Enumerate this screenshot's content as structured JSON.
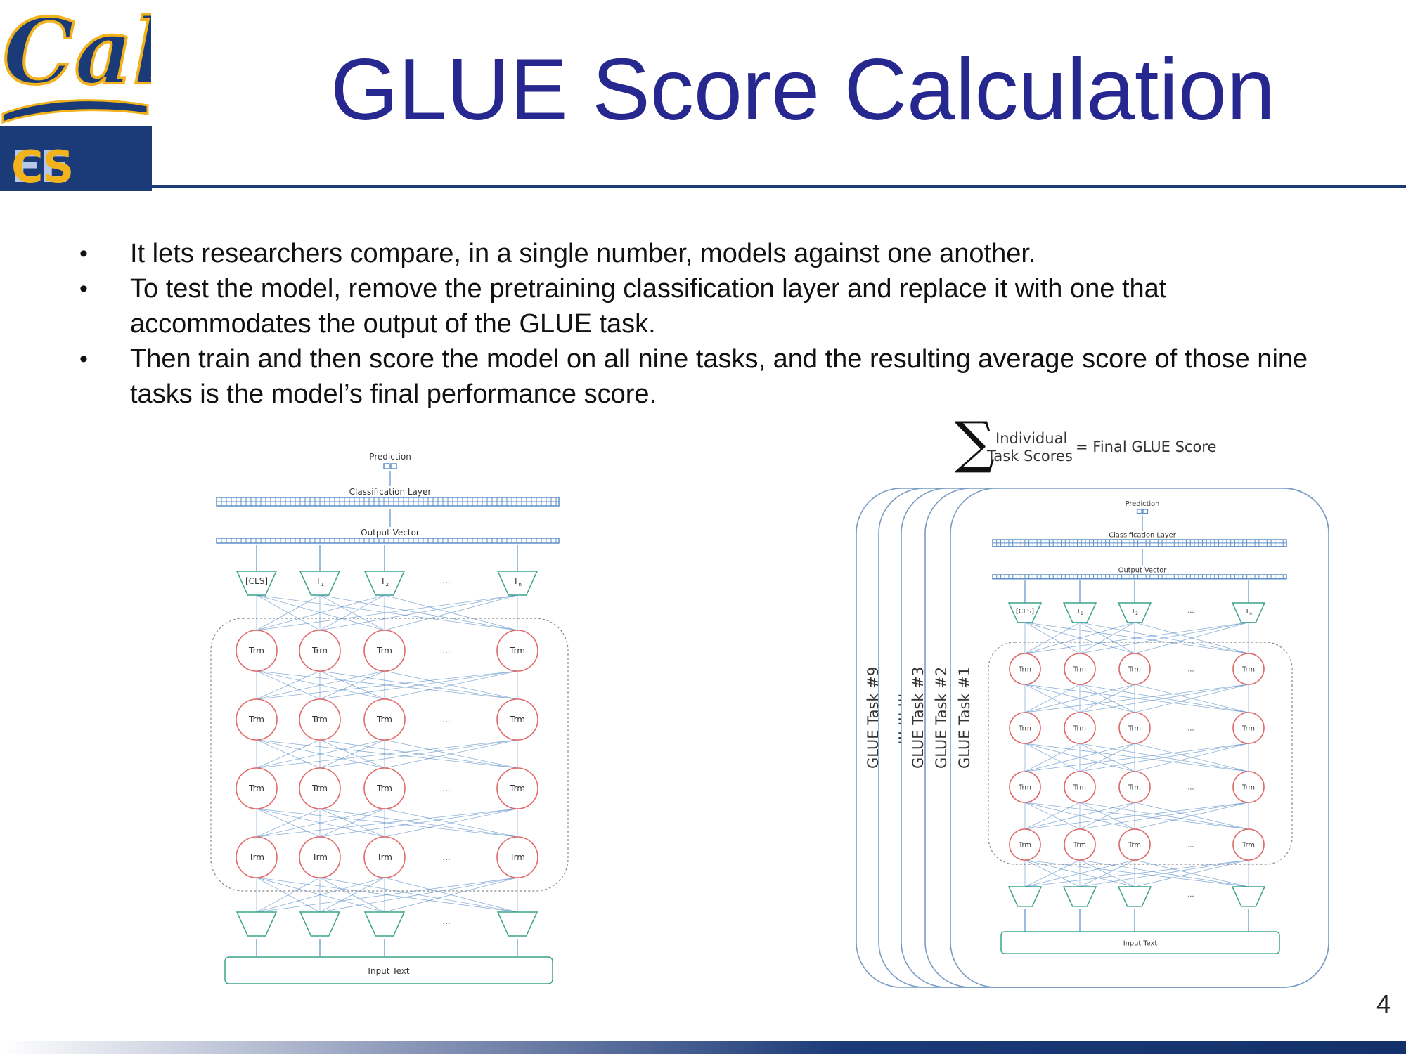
{
  "logo": {
    "cal_text": "Cal",
    "eecs_ee": "EE",
    "eecs_cs": "CS",
    "colors": {
      "navy": "#1b3a78",
      "gold": "#f2b21b"
    }
  },
  "slide": {
    "title": "GLUE Score Calculation",
    "page_number": "4",
    "title_color": "#26278f"
  },
  "bullets": [
    {
      "marker": "•",
      "text": "It lets researchers compare, in a single number, models against one another."
    },
    {
      "marker": "•",
      "text": "To test the model, remove the pretraining classification layer and replace it with one that accommodates the output of the GLUE task."
    },
    {
      "marker": "•",
      "text": "Then train and then score the model on all nine tasks, and the resulting average score of those nine tasks is the model’s final performance score."
    }
  ],
  "diagram": {
    "prediction": "Prediction",
    "classification_layer": "Classification Layer",
    "output_vector": "Output Vector",
    "tokens": [
      "[CLS]",
      "T",
      "T",
      "...",
      "T"
    ],
    "token_subscripts": [
      "",
      "1",
      "2",
      "",
      "n"
    ],
    "node_label": "Trm",
    "ellipsis": "...",
    "input_text": "Input Text",
    "node_stroke_color": "#e06a6a",
    "line_color": "#5b8fc7",
    "token_color": "#3aa38a"
  },
  "glue_stack": {
    "sum_symbol": "∑",
    "sum_top": "Individual",
    "sum_bottom": "Task Scores",
    "equals_text": "=  Final GLUE Score",
    "task_labels": [
      "GLUE Task #9",
      "... ... ...",
      "GLUE Task #3",
      "GLUE Task #2",
      "GLUE Task #1"
    ]
  }
}
